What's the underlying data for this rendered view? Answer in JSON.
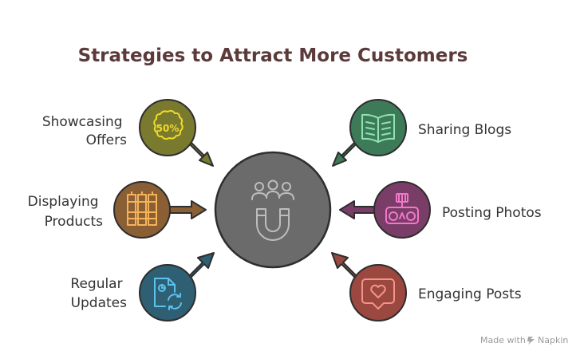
{
  "title": "Strategies to Attract More Customers",
  "nodes": [
    {
      "id": "offers",
      "lines": [
        "Showcasing",
        "Offers"
      ],
      "icon": "discount-badge-icon",
      "icon_text": "50%",
      "color": "#7a7a2e",
      "icon_color": "#f1d92a"
    },
    {
      "id": "products",
      "lines": [
        "Displaying",
        "Products"
      ],
      "icon": "product-shelf-icon",
      "color": "#8a5f34",
      "icon_color": "#f5b35c"
    },
    {
      "id": "updates",
      "lines": [
        "Regular",
        "Updates"
      ],
      "icon": "file-refresh-icon",
      "color": "#2e5f73",
      "icon_color": "#5cc2ee"
    },
    {
      "id": "blogs",
      "lines": [
        "Sharing Blogs"
      ],
      "icon": "open-book-icon",
      "color": "#3c7a58",
      "icon_color": "#8fe3b0"
    },
    {
      "id": "photos",
      "lines": [
        "Posting Photos"
      ],
      "icon": "camera-icon",
      "color": "#7a3d68",
      "icon_color": "#f277c9"
    },
    {
      "id": "posts",
      "lines": [
        "Engaging Posts"
      ],
      "icon": "heart-message-icon",
      "color": "#9a4840",
      "icon_color": "#f5938a"
    }
  ],
  "center": {
    "icon": "customer-magnet-icon",
    "color": "#6b6b6b",
    "icon_color": "#bdbdbd"
  },
  "footer": {
    "made_with": "Made with",
    "brand": "Napkin",
    "icon": "napkin-logo-icon"
  }
}
